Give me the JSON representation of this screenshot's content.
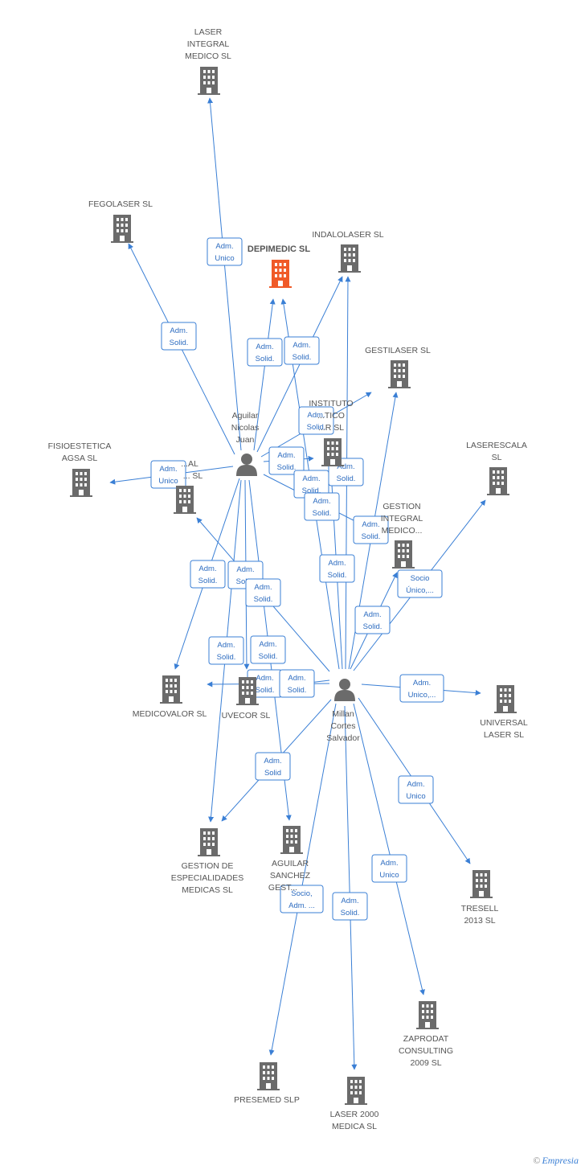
{
  "main_company": "DEPIMEDIC SL",
  "companies": {
    "laser_integral": [
      "LASER",
      "INTEGRAL",
      "MEDICO  SL"
    ],
    "fegolaser": [
      "FEGOLASER  SL"
    ],
    "depimedic": [
      "DEPIMEDIC SL"
    ],
    "indalolaser": [
      "INDALOLASER SL"
    ],
    "gestilaser": [
      "GESTILASER SL"
    ],
    "instituto": [
      "INSTITUTO",
      "...TICO",
      "...R SL"
    ],
    "fisioestetica": [
      "FISIOESTETICA",
      "AGSA  SL"
    ],
    "dental": [
      "...AL",
      "... SL"
    ],
    "laserescala": [
      "LASERESCALA",
      "SL"
    ],
    "gestion_integral": [
      "GESTION",
      "INTEGRAL",
      "MEDICO..."
    ],
    "medicovalor": [
      "MEDICOVALOR SL"
    ],
    "uvecor": [
      "UVECOR SL"
    ],
    "universal_laser": [
      "UNIVERSAL",
      "LASER  SL"
    ],
    "gestion_especialidades": [
      "GESTION DE",
      "ESPECIALIDADES",
      "MEDICAS SL"
    ],
    "aguilar_sanchez": [
      "AGUILAR",
      "SANCHEZ",
      "GEST..."
    ],
    "tresell": [
      "TRESELL",
      "2013  SL"
    ],
    "zaprodat": [
      "ZAPRODAT",
      "CONSULTING",
      "2009 SL"
    ],
    "presemed": [
      "PRESEMED SLP"
    ],
    "laser2000": [
      "LASER 2000",
      "MEDICA SL"
    ]
  },
  "people": {
    "aguilar": [
      "Aguilar",
      "Nicolas",
      "Juan"
    ],
    "millan": [
      "Millan",
      "Cortes",
      "Salvador"
    ]
  },
  "relations": {
    "adm_unico": [
      "Adm.",
      "Unico"
    ],
    "adm_solid": [
      "Adm.",
      "Solid."
    ],
    "adm_solid_short": [
      "Adm.",
      "Solid"
    ],
    "socio_unico": [
      "Socio",
      "Único,..."
    ],
    "adm_unico_etc": [
      "Adm.",
      "Unico,..."
    ],
    "socio_adm": [
      "Socio,",
      "Adm. ..."
    ]
  },
  "colors": {
    "edge": "#3a7fd5",
    "building": "#6b6b6b",
    "main_building": "#f05a28",
    "person": "#6b6b6b"
  },
  "watermark": {
    "symbol": "©",
    "brand": "Empresia"
  }
}
